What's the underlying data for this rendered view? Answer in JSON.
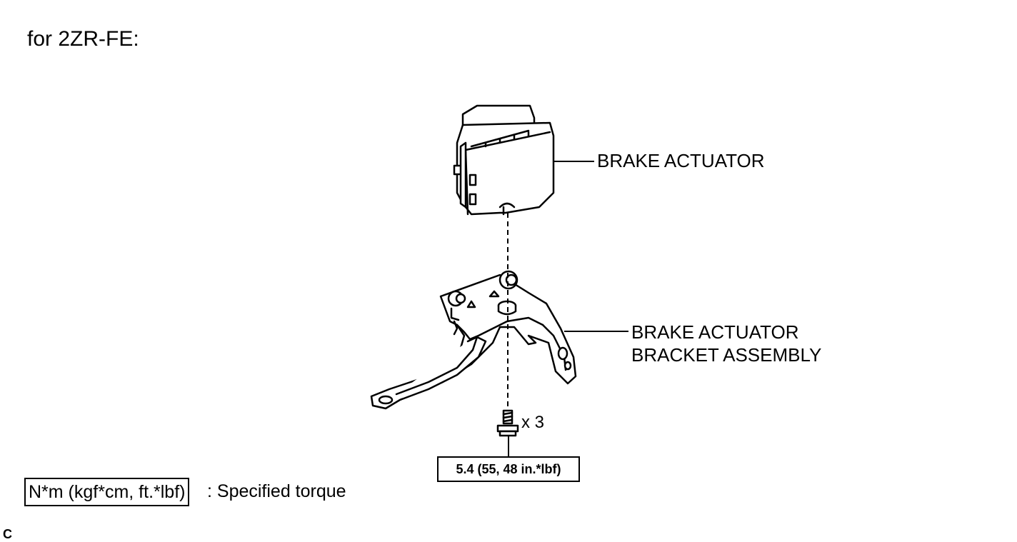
{
  "heading": "for 2ZR-FE:",
  "callouts": {
    "actuator": "BRAKE ACTUATOR",
    "bracket_line1": "BRAKE ACTUATOR",
    "bracket_line2": "BRACKET ASSEMBLY"
  },
  "fastener": {
    "quantity": "x 3",
    "torque": "5.4 (55, 48 in.*lbf)"
  },
  "legend": {
    "unit_box": "N*m (kgf*cm, ft.*lbf)",
    "description": ": Specified torque"
  },
  "corner_mark": "C"
}
